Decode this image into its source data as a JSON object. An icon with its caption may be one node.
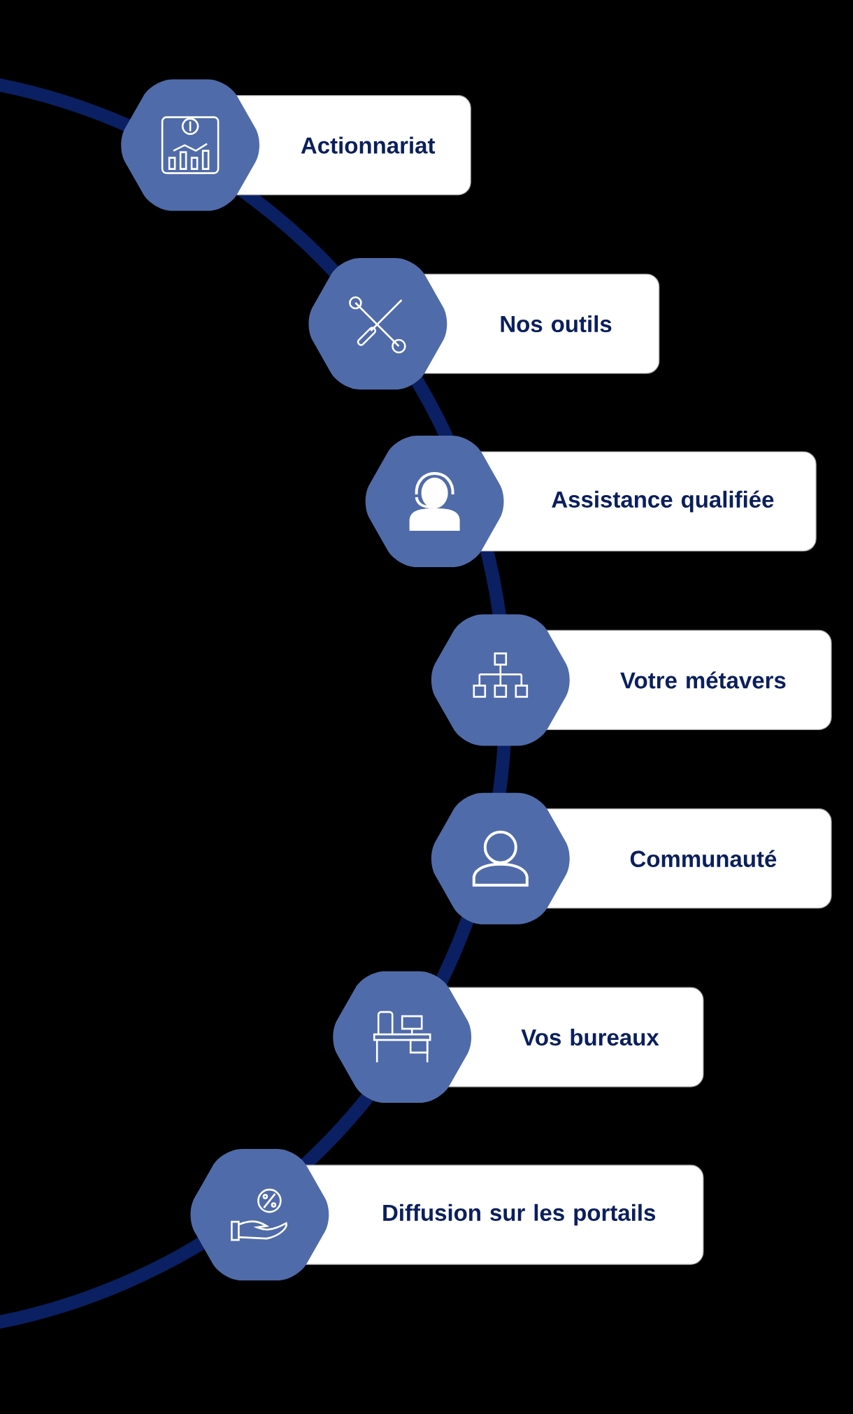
{
  "diagram": {
    "nodes": [
      {
        "text": [
          "Actionnariat"
        ]
      },
      {
        "text": [
          "Nos outils"
        ]
      },
      {
        "text": [
          "Assistance qualifiée"
        ]
      },
      {
        "text": [
          "Votre métavers"
        ]
      },
      {
        "text": [
          "Communauté"
        ]
      },
      {
        "text": [
          "Vos bureaux"
        ]
      },
      {
        "text": [
          "Diffusion sur les portails"
        ]
      }
    ]
  }
}
